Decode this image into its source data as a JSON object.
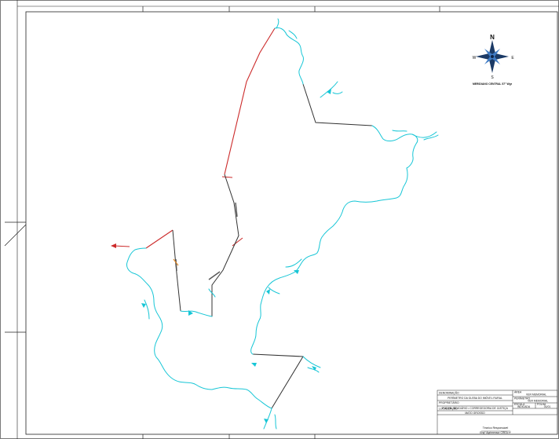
{
  "map": {
    "north_label": "N",
    "south_label": "S",
    "east_label": "E",
    "west_label": "W",
    "meridian_note": "MERIDIANO CENTRAL 57° Wgr",
    "colors": {
      "river": "#17c6d6",
      "boundary_red": "#cc2a2a",
      "boundary_black": "#333333",
      "frame": "#222222",
      "compass_dark": "#1b3a66",
      "compass_light": "#3f7bc4"
    },
    "icons": [
      "compass-rose-icon",
      "flow-arrow-icon",
      "direction-arrow-icon"
    ]
  },
  "title_block": {
    "row1_label": "DENOMINAÇÃO",
    "row1_value": "PERÍMETRO DA GLEBA DO IMÓVEL RURAL",
    "row2_label": "PROPRIETÁRIO",
    "row2_value": "PODER JUDICIÁRIO • CORREGEDORIA DE JUSTIÇA",
    "row3_label": "LOCALIZAÇÃO",
    "row3_value": "MATO GROSSO",
    "right1_label": "ÁREA",
    "right1_value": "VER MEMORIAL",
    "right2_label": "PERÍMETRO",
    "right2_value": "VER MEMORIAL",
    "right3_label": "ESCALA",
    "right3_value": "INDICADA",
    "right4_label": "FOLHA",
    "right4_value": "01/01",
    "signature_line1": "Técnico Responsável",
    "signature_line2": "Engº Agrimensor CREA nº"
  }
}
